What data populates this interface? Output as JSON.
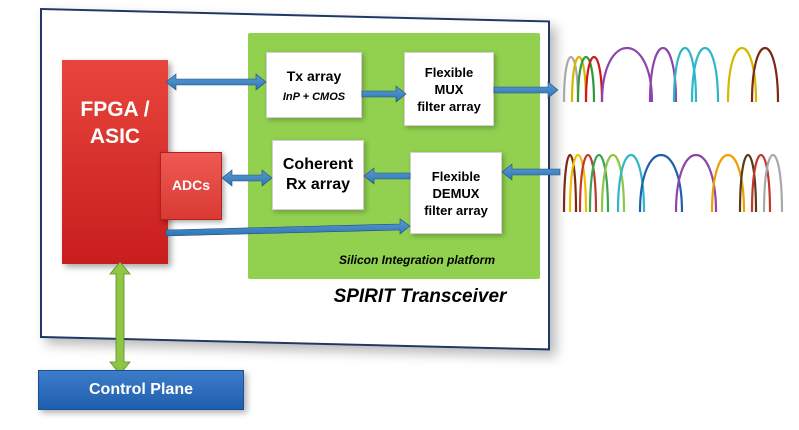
{
  "fpga": {
    "line1": "FPGA /",
    "line2": "ASIC"
  },
  "adcs": {
    "label": "ADCs"
  },
  "tx": {
    "title": "Tx array",
    "subtitle": "InP + CMOS"
  },
  "mux": {
    "line1": "Flexible",
    "line2": "MUX",
    "line3": "filter array"
  },
  "rx": {
    "line1": "Coherent",
    "line2": "Rx array"
  },
  "demux": {
    "line1": "Flexible",
    "line2": "DEMUX",
    "line3": "filter array"
  },
  "platform": {
    "label": "Silicon Integration platform"
  },
  "transceiver": {
    "label": "SPIRIT Transceiver"
  },
  "control_plane": {
    "label": "Control Plane"
  },
  "colors": {
    "fpga_red": "#c81e1e",
    "platform_green": "#92d050",
    "arrow_blue": "#2e75b6",
    "control_blue": "#1f5fae",
    "vertical_arrow_green": "#8fc744"
  },
  "spectrum_colors": {
    "top": [
      "#a9a9a9",
      "#d4b800",
      "#2e9a3e",
      "#d01818",
      "#8e44ad",
      "#8e44ad",
      "#2fb6c9",
      "#2fb6c9",
      "#d4b800",
      "#7b2a12"
    ],
    "bottom": [
      "#7b2a12",
      "#f0c000",
      "#c0392b",
      "#3aa655",
      "#8fc744",
      "#2fb6c9",
      "#1f5fae",
      "#8e44ad",
      "#f0a000",
      "#5a3a1a",
      "#c0392b",
      "#a9a9a9"
    ]
  }
}
